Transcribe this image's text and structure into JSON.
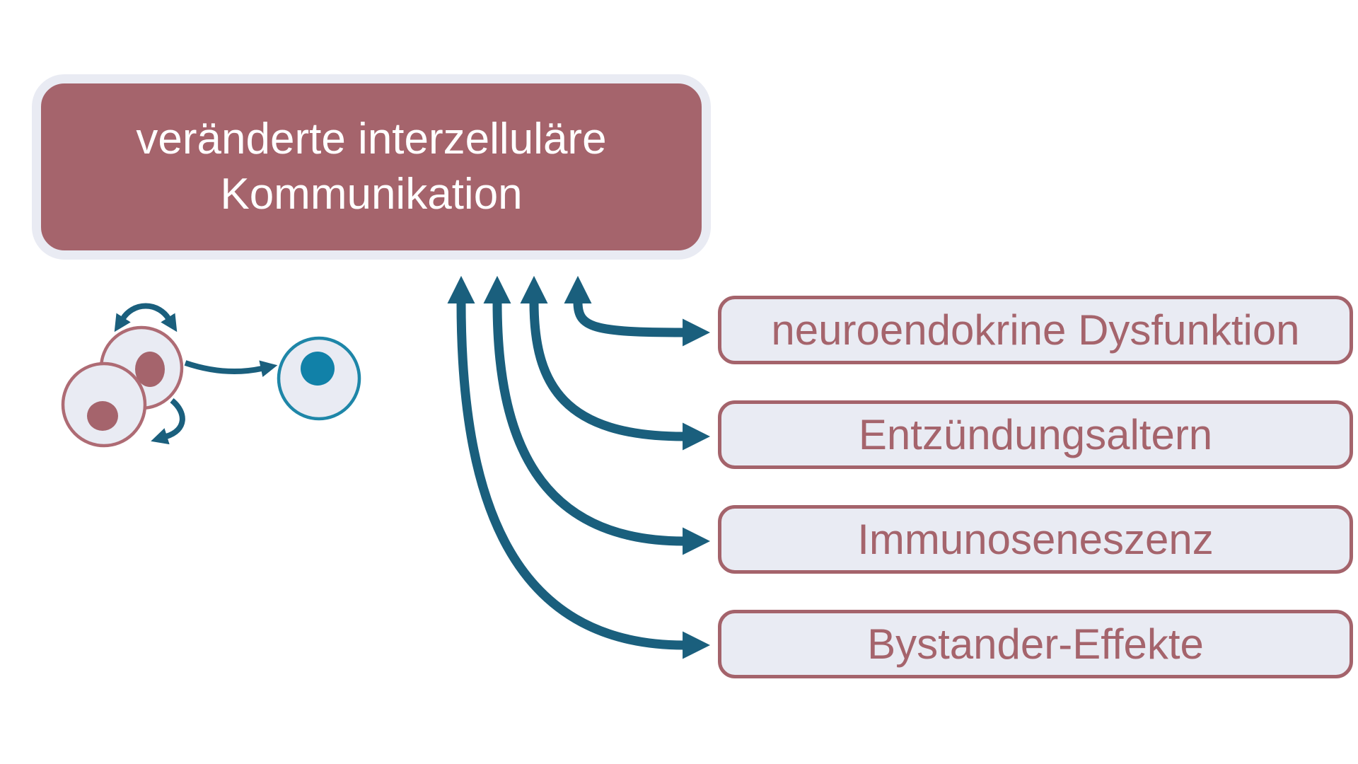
{
  "title": {
    "line1": "veränderte interzelluläre",
    "line2": "Kommunikation"
  },
  "labels": [
    {
      "label": "neuroendokrine Dysfunktion"
    },
    {
      "label": "Entzündungsaltern"
    },
    {
      "label": "Immunoseneszenz"
    },
    {
      "label": "Bystander-Effekte"
    }
  ],
  "graphics": {
    "cell_cluster_icon": "two overlapping aging cells with maroon nuclei",
    "recipient_cell_icon": "teal cell with teal nucleus",
    "exchange_arrow_icon": "double-headed arc arrow above cells",
    "transfer_arrow_icon": "arrow from aging cells to recipient cell",
    "rotate_arrow_icon": "small curved arrow below cells",
    "connector_arrows": "four double-headed curved arrows linking hub box to factor boxes"
  },
  "colors": {
    "maroon": "#a5646c",
    "maroon_border": "#a4636b",
    "cell_maroon": "#ae6b74",
    "teal": "#1a5f7d",
    "cell_teal": "#1e86a8",
    "cell_teal_nucleus": "#1181a8",
    "light_fill": "#e9ebf3",
    "title_text": "#ffffff",
    "background": "#ffffff"
  }
}
